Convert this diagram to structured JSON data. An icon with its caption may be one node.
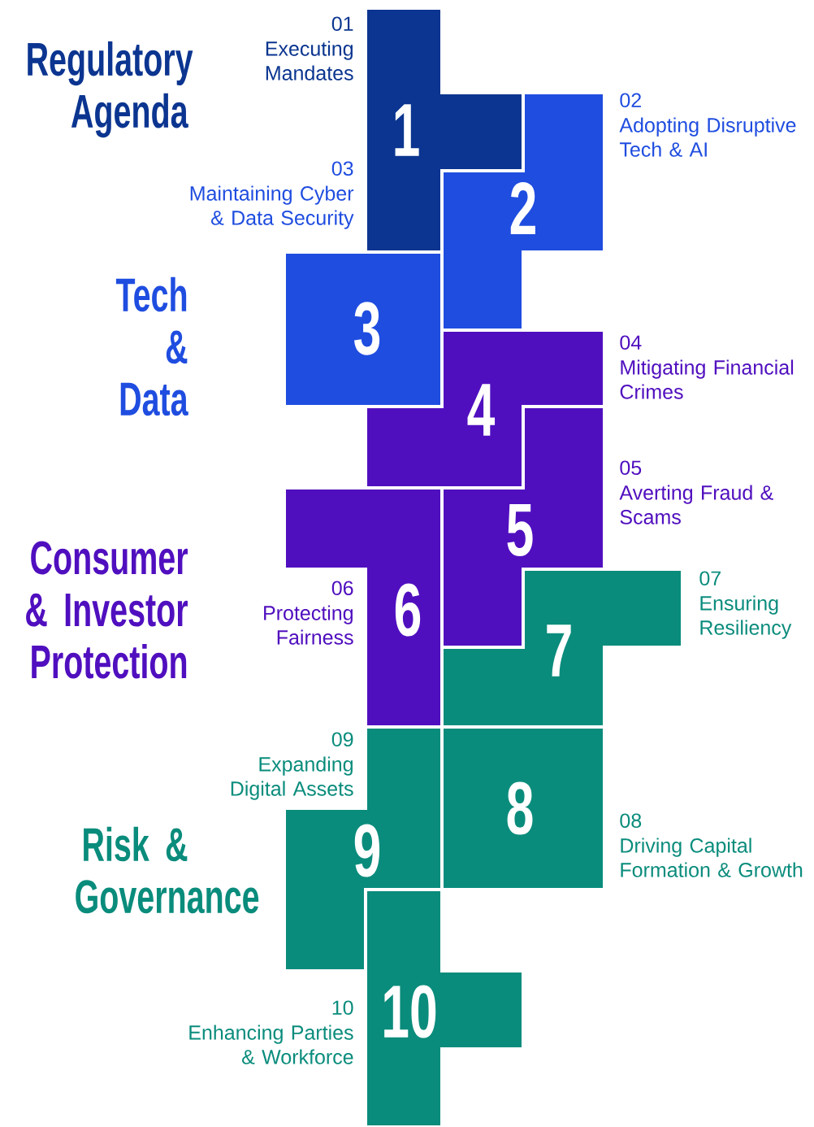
{
  "diagram": {
    "nodes": [
      {
        "text": [
          "1"
        ],
        "beside": [
          "01",
          "Executing Mandates"
        ]
      },
      {
        "text": [
          "2"
        ],
        "beside": [
          "02",
          "Adopting Disruptive Tech & AI"
        ]
      },
      {
        "text": [
          "3"
        ],
        "beside": [
          "03",
          "Maintaining Cyber & Data Security"
        ]
      },
      {
        "text": [
          "4"
        ],
        "beside": [
          "04",
          "Mitigating Financial Crimes"
        ]
      },
      {
        "text": [
          "5"
        ],
        "beside": [
          "05",
          "Averting Fraud & Scams"
        ]
      },
      {
        "text": [
          "6"
        ],
        "beside": [
          "06",
          "Protecting Fairness"
        ]
      },
      {
        "text": [
          "7"
        ],
        "beside": [
          "07",
          "Ensuring Resiliency"
        ]
      },
      {
        "text": [
          "8"
        ],
        "beside": [
          "08",
          "Driving Capital Formation & Growth"
        ]
      },
      {
        "text": [
          "9"
        ],
        "beside": [
          "09",
          "Expanding Digital Assets"
        ]
      },
      {
        "text": [
          "10"
        ],
        "beside": [
          "10",
          "Enhancing Parties & Workforce"
        ]
      }
    ],
    "labels": [
      "Regulatory Agenda",
      "Tech & Data",
      "Consumer & Investor Protection",
      "Risk & Governance"
    ]
  }
}
